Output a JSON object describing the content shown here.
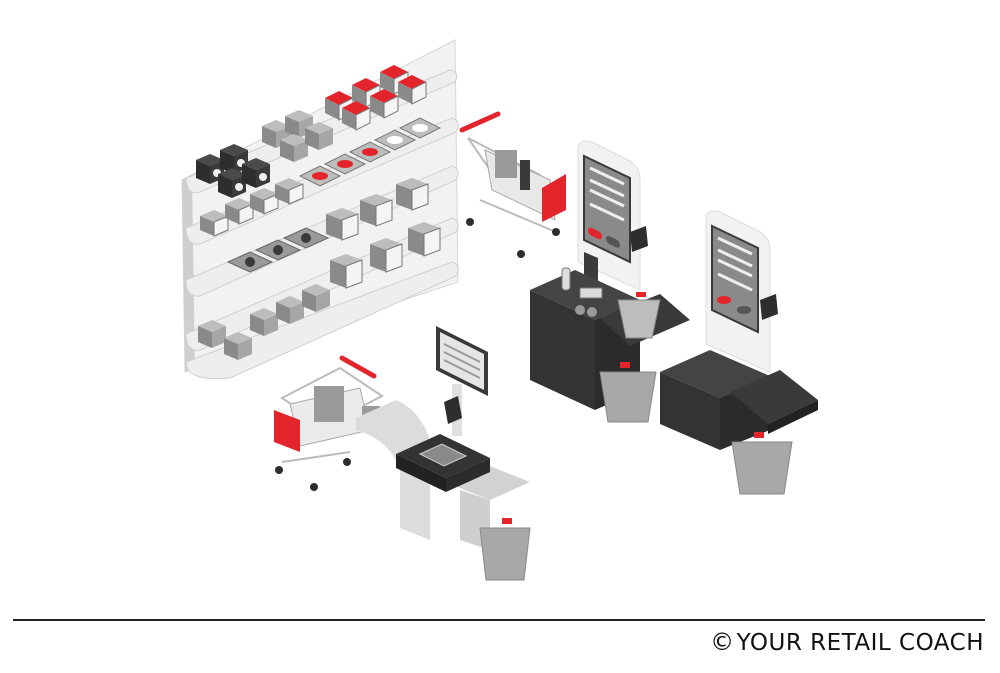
{
  "illustration": {
    "subject": "isometric self-checkout retail store",
    "elements": [
      "product-shelving-unit",
      "shopping-cart-back",
      "shopping-cart-front",
      "self-checkout-kiosk-left",
      "self-checkout-kiosk-right",
      "scanner-checkout-counter",
      "shopping-baskets"
    ],
    "colors": {
      "accent_red": "#e3242b",
      "dark_gray": "#3a3a3a",
      "mid_gray": "#9a9a9a",
      "light_gray": "#d9d9d9",
      "white": "#f4f4f4"
    }
  },
  "footer": {
    "copyright_symbol": "©",
    "brand": "YOUR RETAIL COACH"
  }
}
